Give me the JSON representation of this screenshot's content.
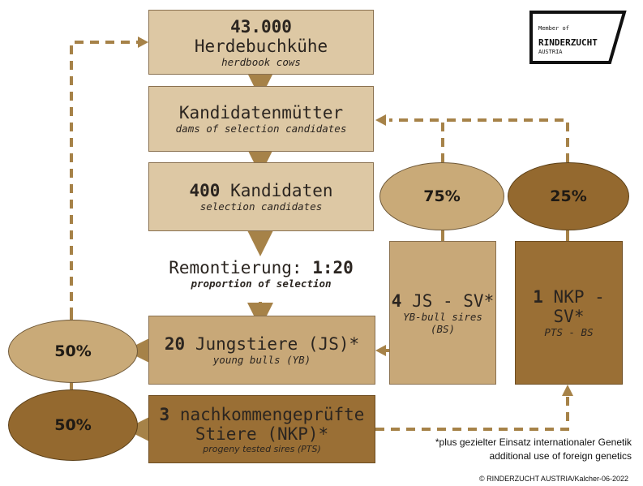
{
  "logo": {
    "line1": "Member of",
    "line2": "RINDERZUCHT",
    "line3": "AUSTRIA"
  },
  "boxes": {
    "herdbook": {
      "number": "43.000",
      "title": "Herdebuchkühe",
      "subtitle": "herdbook cows"
    },
    "dams": {
      "title": "Kandidatenmütter",
      "subtitle": "dams of selection candidates"
    },
    "candidates": {
      "number": "400",
      "title": "Kandidaten",
      "subtitle": "selection candidates"
    },
    "young_bulls": {
      "number": "20",
      "title": "Jungstiere (JS)*",
      "subtitle": "young bulls (YB)"
    },
    "progeny": {
      "number": "3",
      "title_line1": "nachkommengeprüfte",
      "title_line2": "Stiere (NKP)*",
      "subtitle": "progeny tested sires (PTS)"
    },
    "js_sv": {
      "number": "4",
      "title": "JS - SV*",
      "subtitle_line1": "YB-bull sires",
      "subtitle_line2": "(BS)"
    },
    "nkp_sv": {
      "number": "1",
      "title": "NKP - SV*",
      "subtitle": "PTS - BS"
    }
  },
  "remont": {
    "title_prefix": "Remontierung:",
    "ratio": "1:20",
    "subtitle": "proportion of selection"
  },
  "ellipses": {
    "pct_75": "75%",
    "pct_25": "25%",
    "left_upper": "50%",
    "left_lower": "50%"
  },
  "footnote": {
    "line1": "*plus gezielter Einsatz internationaler Genetik",
    "line2": "additional use of foreign genetics"
  },
  "copyright": "© RINDERZUCHT AUSTRIA/Kalcher-06-2022",
  "colors": {
    "light_box": "#ddc8a4",
    "mid_box": "#c8a878",
    "dark_box": "#9a6f35",
    "arrow": "#a68248"
  }
}
